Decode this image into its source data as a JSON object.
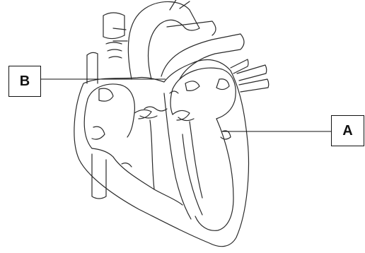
{
  "labels": {
    "a": "A",
    "b": "B"
  },
  "colors": {
    "outline": "#2a2a2a",
    "background": "#ffffff",
    "label_border": "#111111"
  },
  "icons": {
    "diagram": "heart-cross-section-outline"
  }
}
